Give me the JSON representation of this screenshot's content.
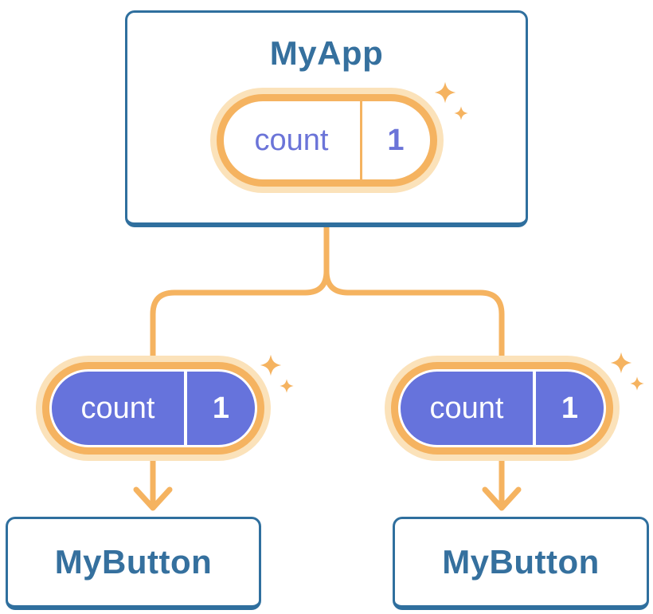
{
  "diagram": {
    "description": "React component tree: parent state passed down as props",
    "root": {
      "title": "MyApp",
      "state_pill": {
        "label": "count",
        "value": "1",
        "icon": "sparkles-icon"
      }
    },
    "children": [
      {
        "card_title": "MyButton",
        "pill": {
          "label": "count",
          "value": "1",
          "icon": "sparkles-icon"
        }
      },
      {
        "card_title": "MyButton",
        "pill": {
          "label": "count",
          "value": "1",
          "icon": "sparkles-icon"
        }
      }
    ],
    "colors": {
      "background": "#ffffff",
      "card_border_blue": "#2F6F9E",
      "title_text_blue": "#35709E",
      "connector_orange": "#F5B360",
      "pill_glow_light_orange": "#FBE2BA",
      "pill_fill_purple": "#6673DC",
      "pill_text_purple": "#6B74D8",
      "pill_text_white": "#ffffff"
    }
  }
}
